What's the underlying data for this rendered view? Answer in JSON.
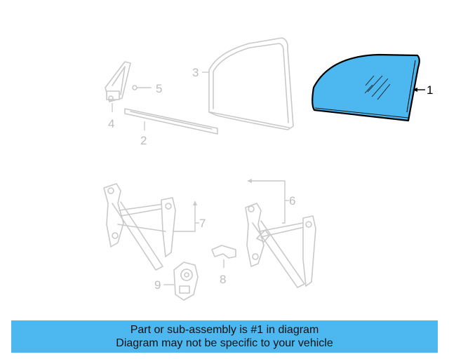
{
  "diagram": {
    "highlighted_part": "1",
    "highlight_color": "#4db8f0",
    "ghost_color": "#c9c9c9",
    "callouts": [
      {
        "id": "1",
        "label": "1",
        "part": "door-glass"
      },
      {
        "id": "2",
        "label": "2",
        "part": "glass-run-channel"
      },
      {
        "id": "3",
        "label": "3",
        "part": "door-frame-weatherstrip"
      },
      {
        "id": "4",
        "label": "4",
        "part": "corner-bracket"
      },
      {
        "id": "5",
        "label": "5",
        "part": "screw"
      },
      {
        "id": "6",
        "label": "6",
        "part": "regulator-assembly"
      },
      {
        "id": "7",
        "label": "7",
        "part": "regulator"
      },
      {
        "id": "8",
        "label": "8",
        "part": "clip"
      },
      {
        "id": "9",
        "label": "9",
        "part": "window-motor"
      }
    ]
  },
  "banner": {
    "line1": "Part or sub-assembly is #1 in diagram",
    "line2": "Diagram may not be specific to your vehicle",
    "color": "#4db8f0"
  }
}
